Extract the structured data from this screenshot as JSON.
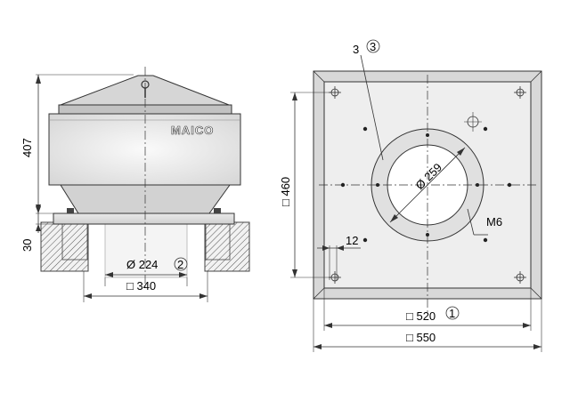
{
  "brand": "MAICO",
  "side_view": {
    "height_label": "407",
    "plate_label": "30",
    "duct_label": "Ø 224",
    "duct_ref": "2",
    "square_label": "□ 340"
  },
  "top_view": {
    "side_label": "□ 460",
    "hole_label": "3",
    "hole_ref": "3",
    "circle_label": "Ø 259",
    "thread_label": "M6",
    "offset_label": "12",
    "inner_width_label": "□ 520",
    "inner_width_ref": "1",
    "outer_width_label": "□ 550"
  }
}
